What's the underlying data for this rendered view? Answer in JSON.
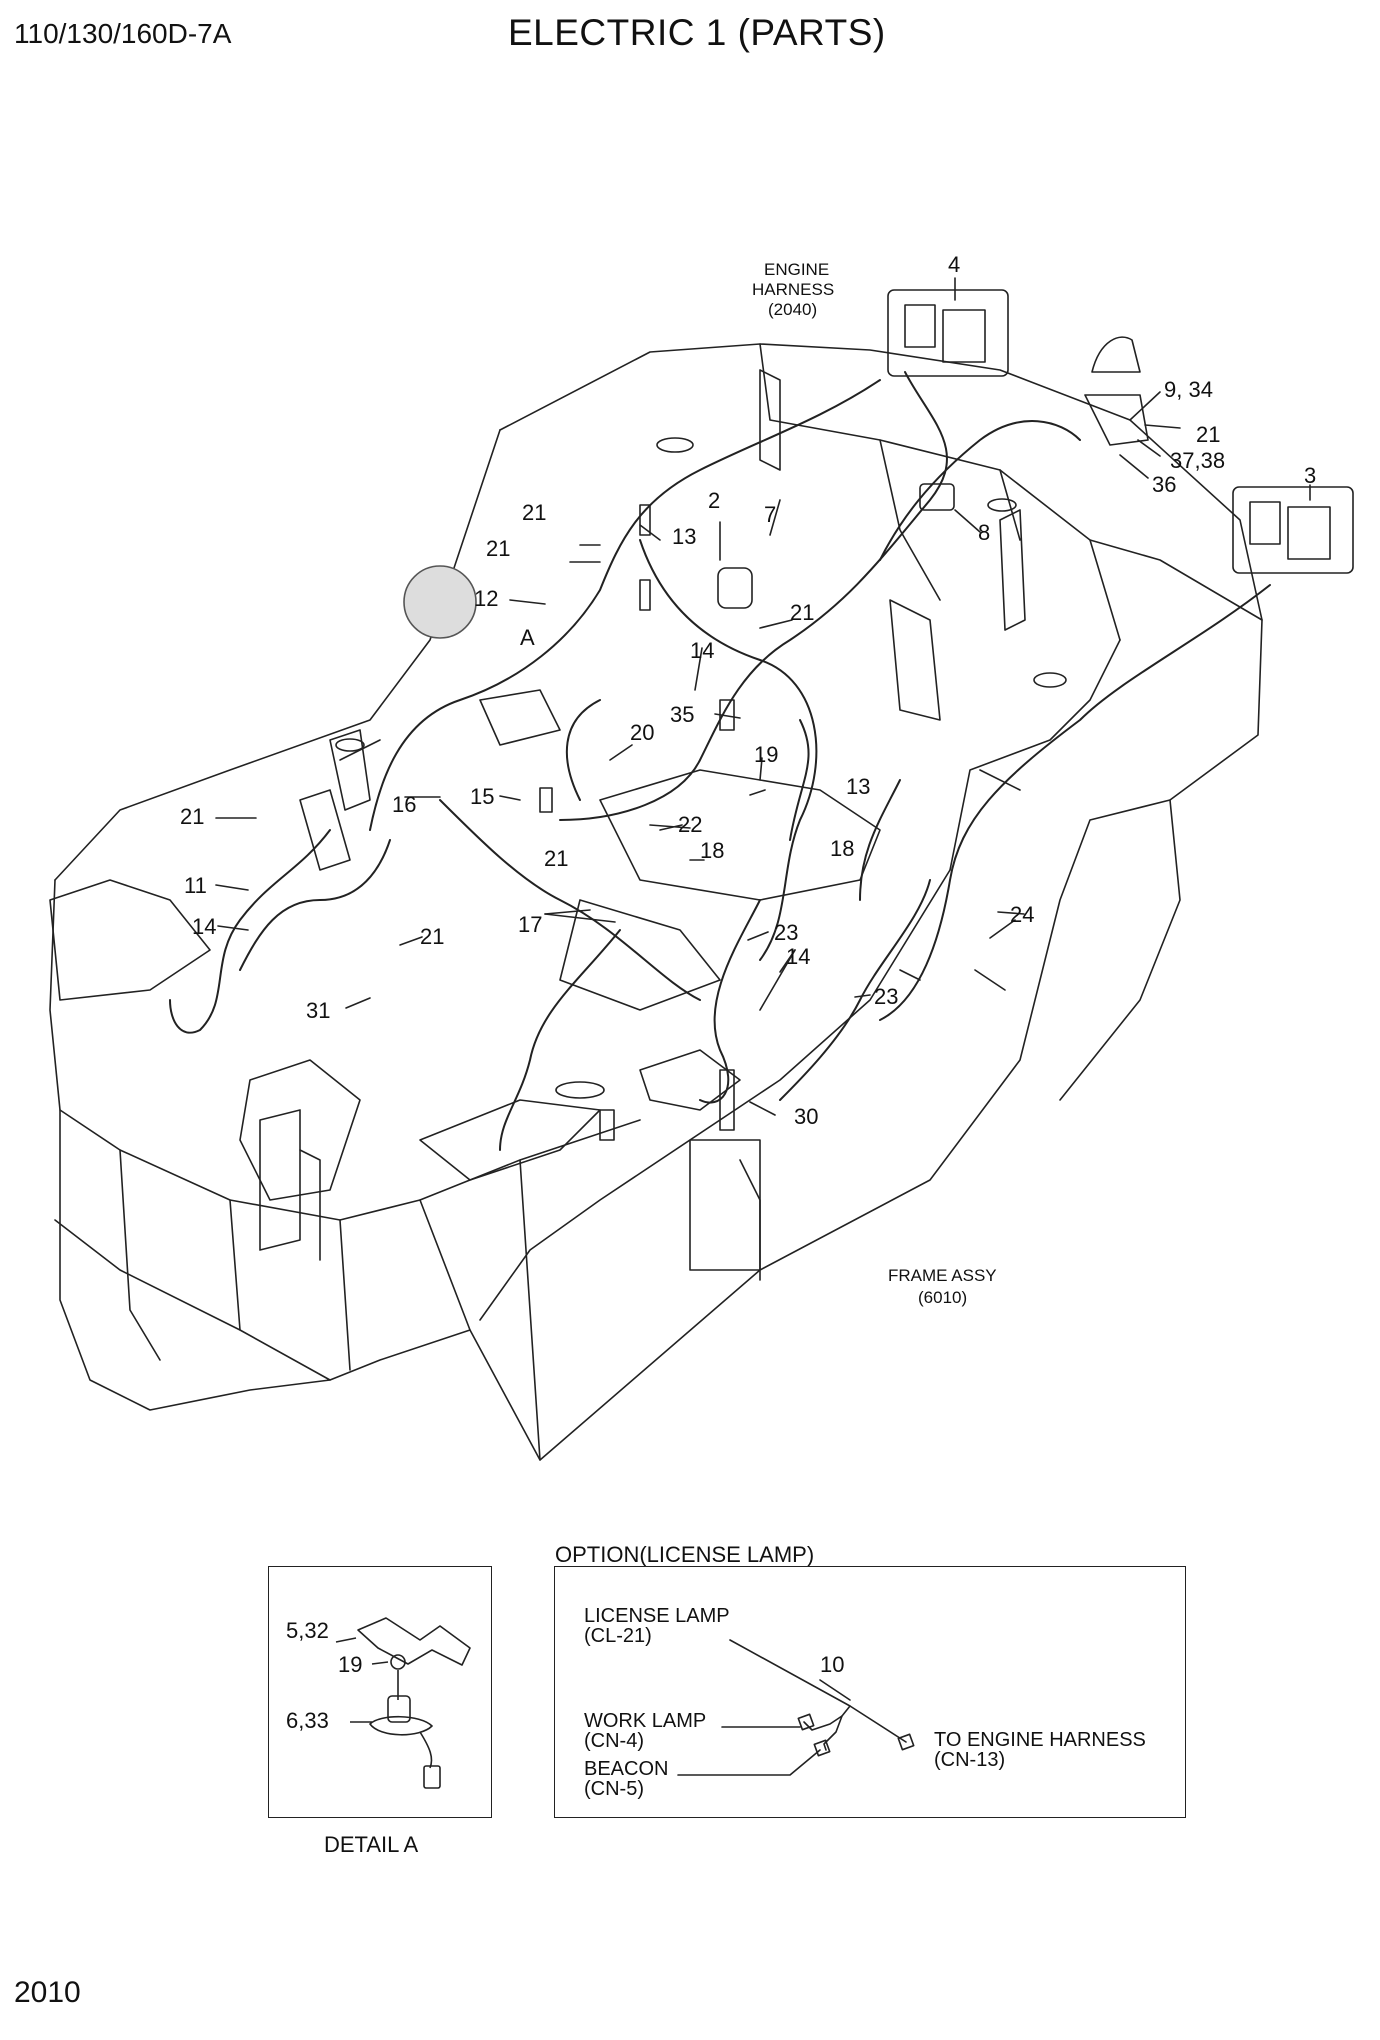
{
  "header": {
    "model": "110/130/160D-7A",
    "title": "ELECTRIC 1 (PARTS)"
  },
  "footer": {
    "page": "2010"
  },
  "main_diagram": {
    "engine_harness_label": [
      "ENGINE",
      "HARNESS",
      "(2040)"
    ],
    "frame_assy_label": [
      "FRAME ASSY",
      "(6010)"
    ],
    "detail_marker": "A",
    "callouts": [
      "4",
      "9, 34",
      "21",
      "37,38",
      "36",
      "3",
      "8",
      "7",
      "2",
      "13",
      "21",
      "21",
      "12",
      "14",
      "21",
      "35",
      "20",
      "19",
      "13",
      "15",
      "16",
      "21",
      "22",
      "18",
      "18",
      "21",
      "11",
      "14",
      "17",
      "21",
      "23",
      "24",
      "14",
      "23",
      "31",
      "30"
    ]
  },
  "detail_a": {
    "caption": "DETAIL A",
    "callouts": [
      "5,32",
      "19",
      "6,33"
    ]
  },
  "option": {
    "caption": "OPTION(LICENSE LAMP)",
    "license_lamp": [
      "LICENSE LAMP",
      "(CL-21)"
    ],
    "part_no": "10",
    "work_lamp": [
      "WORK LAMP",
      "(CN-4)"
    ],
    "beacon": [
      "BEACON",
      "(CN-5)"
    ],
    "to_engine": [
      "TO ENGINE HARNESS",
      "(CN-13)"
    ]
  }
}
